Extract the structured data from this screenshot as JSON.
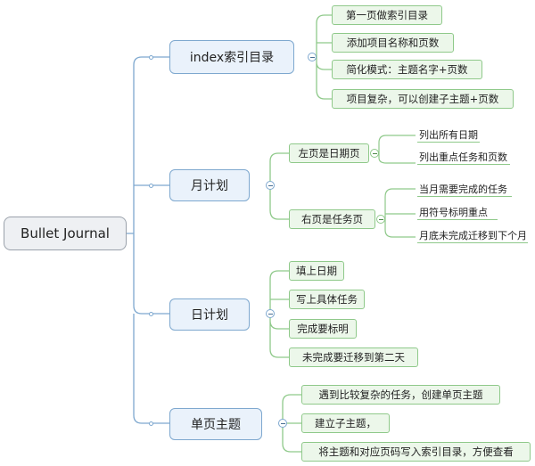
{
  "root": {
    "label": "Bullet Journal"
  },
  "branches": [
    {
      "label": "index索引目录",
      "children": [
        {
          "label": "第一页做索引目录"
        },
        {
          "label": "添加项目名称和页数"
        },
        {
          "label": "简化模式：主题名字+页数"
        },
        {
          "label": "项目复杂，可以创建子主题+页数"
        }
      ]
    },
    {
      "label": "月计划",
      "children": [
        {
          "label": "左页是日期页",
          "children": [
            "列出所有日期",
            "列出重点任务和页数"
          ]
        },
        {
          "label": "右页是任务页",
          "children": [
            "当月需要完成的任务",
            "用符号标明重点",
            "月底未完成迁移到下个月"
          ]
        }
      ]
    },
    {
      "label": "日计划",
      "children": [
        {
          "label": "填上日期"
        },
        {
          "label": "写上具体任务"
        },
        {
          "label": "完成要标明"
        },
        {
          "label": "未完成要迁移到第二天"
        }
      ]
    },
    {
      "label": "单页主题",
      "children": [
        {
          "label": "遇到比较复杂的任务，创建单页主题"
        },
        {
          "label": "建立子主题，"
        },
        {
          "label": "将主题和对应页码写入索引目录，方便查看"
        }
      ]
    }
  ],
  "colors": {
    "main_line": "#7ea8cf",
    "sub_line": "#8fc98a",
    "root_line": "#9aa1ab"
  }
}
